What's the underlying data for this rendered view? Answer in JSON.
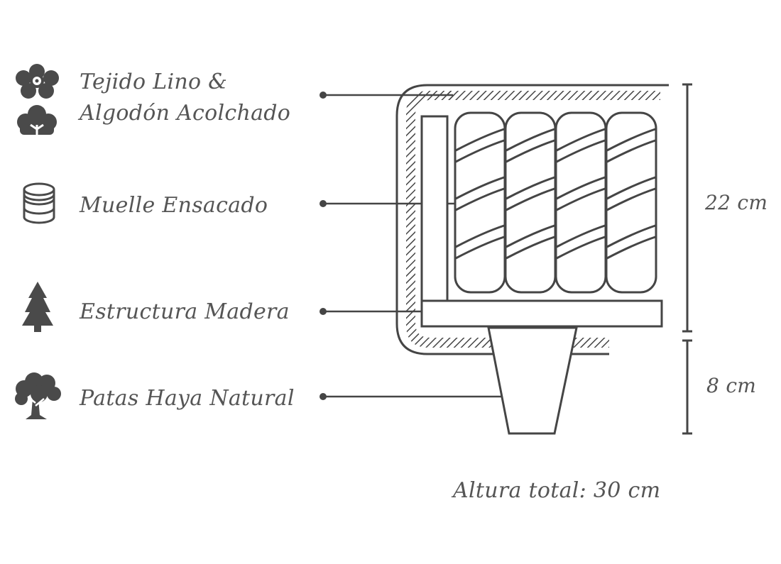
{
  "colors": {
    "stroke": "#454545",
    "icon": "#4a4a4a",
    "text": "#555555",
    "background": "#ffffff"
  },
  "layers": [
    {
      "name": "fabric",
      "line1": "Tejido Lino &",
      "line2": "Algodón Acolchado",
      "icons": [
        "flower-icon",
        "cotton-icon"
      ]
    },
    {
      "name": "springs",
      "label": "Muelle Ensacado",
      "icons": [
        "coin-stack-icon"
      ]
    },
    {
      "name": "frame",
      "label": "Estructura Madera",
      "icons": [
        "pine-tree-icon"
      ]
    },
    {
      "name": "legs",
      "label": "Patas Haya Natural",
      "icons": [
        "oak-tree-icon"
      ]
    }
  ],
  "dimensions": {
    "base": "22 cm",
    "legs": "8 cm",
    "total": "Altura total: 30 cm"
  }
}
